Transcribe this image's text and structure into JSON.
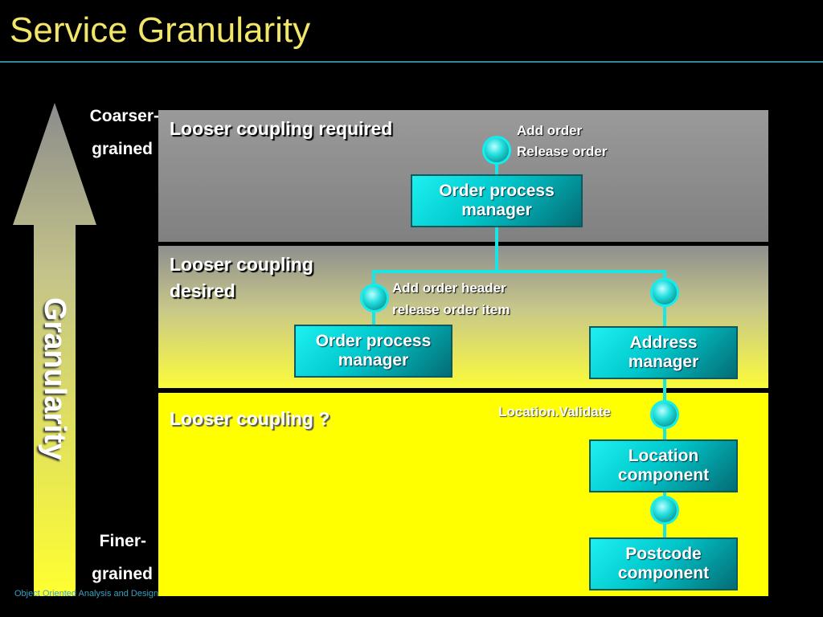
{
  "title": "Service Granularity",
  "footer": "Object Oriented Analysis and Design",
  "axis": {
    "label": "Granularity",
    "top_label_line1": "Coarser-",
    "top_label_line2": "grained",
    "bottom_label_line1": "Finer-",
    "bottom_label_line2": "grained"
  },
  "bands": {
    "top": {
      "label": "Looser coupling required"
    },
    "middle": {
      "label_line1": "Looser coupling",
      "label_line2": "desired"
    },
    "bottom": {
      "label": "Looser coupling ?"
    }
  },
  "components": {
    "order_process_manager_top": {
      "line1": "Order process",
      "line2": "manager"
    },
    "order_process_manager_mid": {
      "line1": "Order process",
      "line2": "manager"
    },
    "address_manager": {
      "line1": "Address",
      "line2": "manager"
    },
    "location_component": {
      "line1": "Location",
      "line2": "component"
    },
    "postcode_component": {
      "line1": "Postcode",
      "line2": "component"
    }
  },
  "operations": {
    "top_line1": "Add order",
    "top_line2": "Release order",
    "mid_line1": "Add order header",
    "mid_line2": "release order item",
    "location": "Location.Validate"
  },
  "colors": {
    "title": "#f2e66a",
    "component_fill": "#00c8cc",
    "connector": "#18e6e6",
    "band_bottom": "#ffff00"
  }
}
